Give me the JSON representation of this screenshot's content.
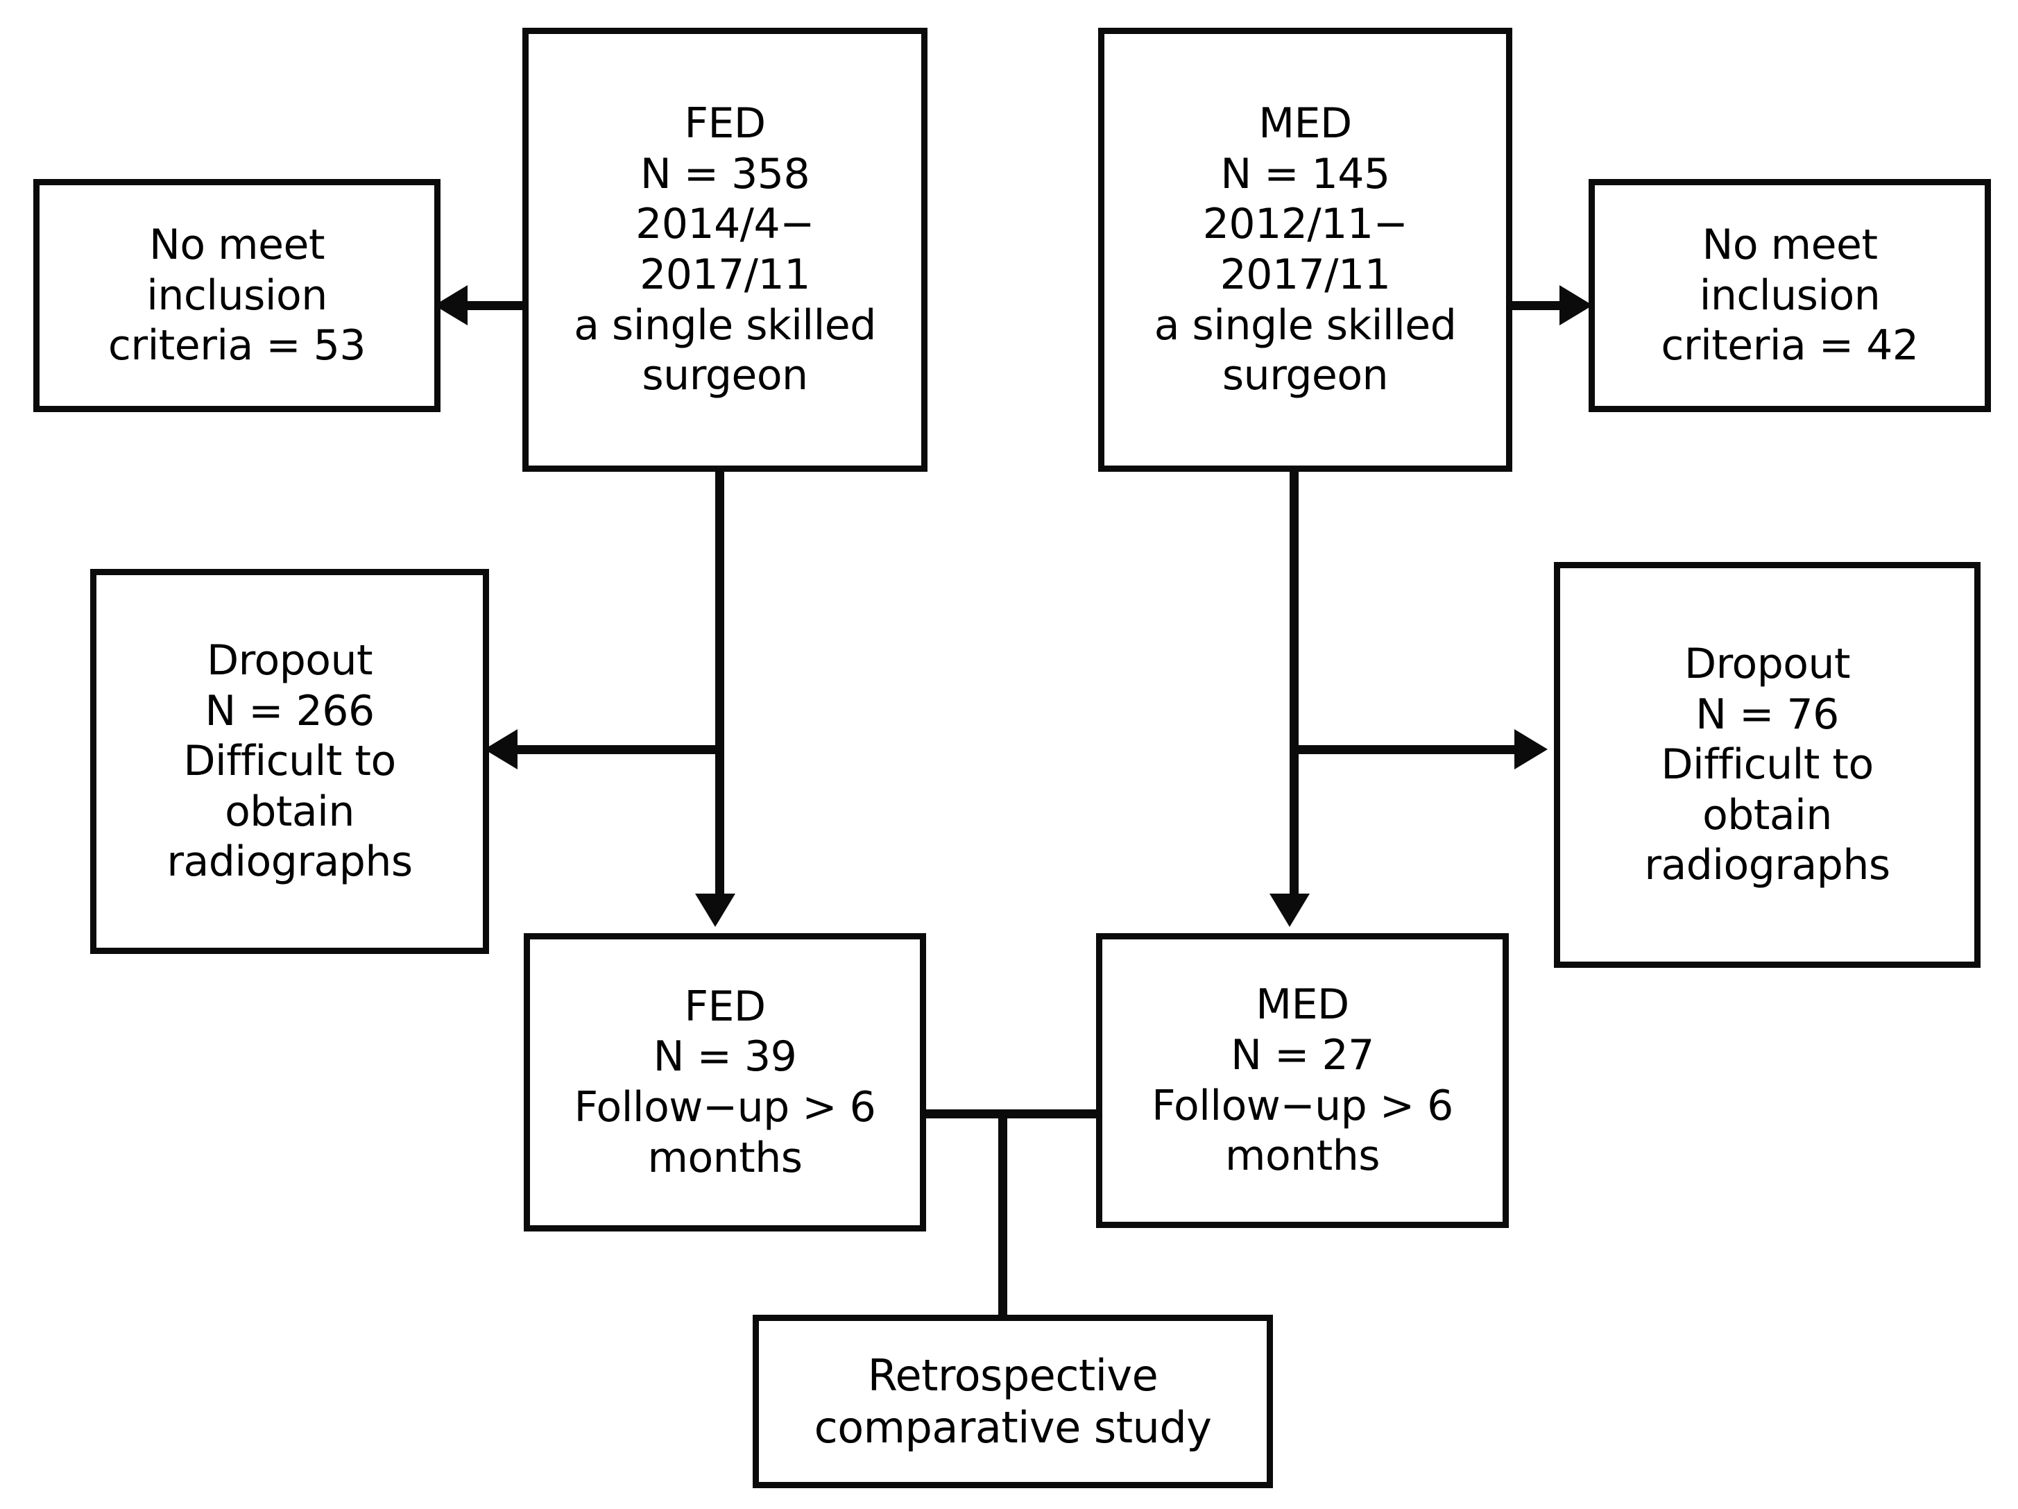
{
  "diagram": {
    "title": "Study enrollment flow diagram",
    "colors": {
      "stroke": "#0b0b0b",
      "background": "#ffffff",
      "text": "#000000"
    },
    "nodes": {
      "fed_top": {
        "lines": [
          "FED",
          "N = 358",
          "2014/4−",
          "2017/11",
          "a single skilled",
          "surgeon"
        ],
        "group": "FED",
        "n": 358,
        "period_start": "2014/4",
        "period_end": "2017/11",
        "surgeon": "a single skilled surgeon"
      },
      "med_top": {
        "lines": [
          "MED",
          "N = 145",
          "2012/11−",
          "2017/11",
          "a single skilled",
          "surgeon"
        ],
        "group": "MED",
        "n": 145,
        "period_start": "2012/11",
        "period_end": "2017/11",
        "surgeon": "a single skilled surgeon"
      },
      "nomeet_left": {
        "lines": [
          "No meet",
          "inclusion",
          "criteria = 53"
        ],
        "reason": "No meet inclusion criteria",
        "count": 53
      },
      "nomeet_right": {
        "lines": [
          "No meet",
          "inclusion",
          "criteria = 42"
        ],
        "reason": "No meet inclusion criteria",
        "count": 42
      },
      "dropout_left": {
        "lines": [
          "Dropout",
          "N = 266",
          "Difficult to",
          "obtain",
          "radiographs"
        ],
        "reason": "Difficult to obtain radiographs",
        "n": 266
      },
      "dropout_right": {
        "lines": [
          "Dropout",
          "N = 76",
          "Difficult to",
          "obtain",
          "radiographs"
        ],
        "reason": "Difficult to obtain radiographs",
        "n": 76
      },
      "fed_bottom": {
        "lines": [
          "FED",
          "N = 39",
          "Follow−up > 6",
          "months"
        ],
        "group": "FED",
        "n": 39,
        "followup": "Follow−up > 6 months"
      },
      "med_bottom": {
        "lines": [
          "MED",
          "N = 27",
          "Follow−up > 6",
          "months"
        ],
        "group": "MED",
        "n": 27,
        "followup": "Follow−up > 6 months"
      },
      "retrospective": {
        "lines": [
          "Retrospective",
          "comparative study"
        ],
        "text": "Retrospective comparative study"
      }
    },
    "connectors": [
      {
        "name": "fed-to-nomeet-left",
        "from": "fed_top",
        "to": "nomeet_left",
        "direction": "left"
      },
      {
        "name": "med-to-nomeet-right",
        "from": "med_top",
        "to": "nomeet_right",
        "direction": "right"
      },
      {
        "name": "fed-top-to-fed-bottom",
        "from": "fed_top",
        "to": "fed_bottom",
        "direction": "down"
      },
      {
        "name": "med-top-to-med-bottom",
        "from": "med_top",
        "to": "med_bottom",
        "direction": "down"
      },
      {
        "name": "fed-to-dropout-left",
        "from": "fed_top",
        "to": "dropout_left",
        "direction": "left"
      },
      {
        "name": "med-to-dropout-right",
        "from": "med_top",
        "to": "dropout_right",
        "direction": "right"
      },
      {
        "name": "bottom-join-to-retrospective",
        "from": "fed_bottom,med_bottom",
        "to": "retrospective",
        "direction": "down"
      }
    ]
  }
}
